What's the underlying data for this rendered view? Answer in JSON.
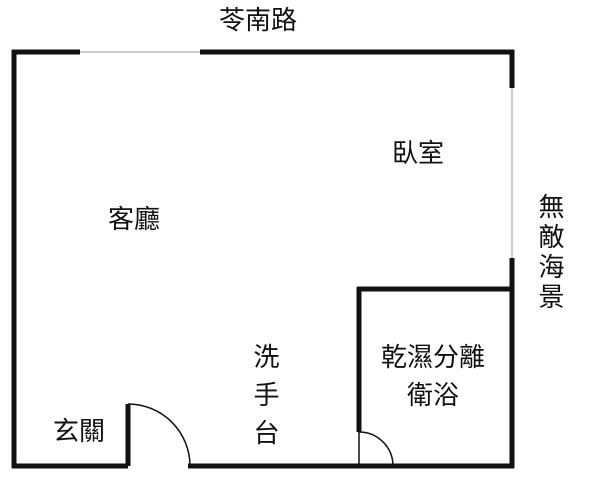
{
  "streets": {
    "north": "苓南路"
  },
  "views": {
    "east": "無敵海景"
  },
  "rooms": {
    "living_room": "客廳",
    "bedroom": "臥室",
    "bathroom_line1": "乾濕分離",
    "bathroom_line2": "衛浴",
    "sink": "洗手台",
    "entrance": "玄關"
  },
  "colors": {
    "wall": "#111111",
    "thin_line": "#999999",
    "background": "#ffffff"
  }
}
